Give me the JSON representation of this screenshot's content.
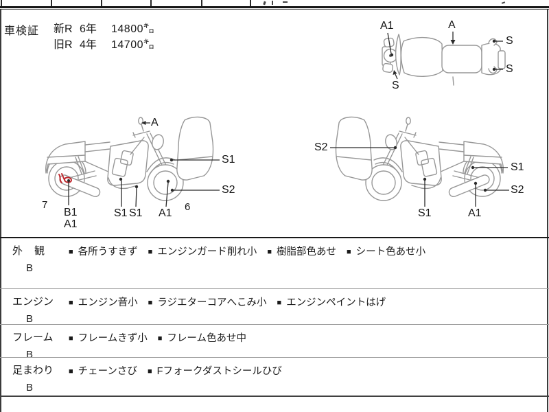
{
  "shaken": {
    "label": "車検証",
    "line1": {
      "era": "新R",
      "years": "6年",
      "km": "14800㌔"
    },
    "line2": {
      "era": "旧R",
      "years": "4年",
      "km": "14700㌔"
    }
  },
  "diagrams": {
    "top_view": {
      "a1": "A1",
      "a": "A",
      "s_right_top": "S",
      "s_right_bottom": "S",
      "s_front": "S"
    },
    "left_side": {
      "a": "A",
      "s1_front": "S1",
      "s2_front": "S2",
      "num_rear": "7",
      "b1": "B1",
      "a1_rear": "A1",
      "s1_engine": "S1",
      "s1_exhaust": "S1",
      "a1_fork": "A1",
      "num_front": "6"
    },
    "right_side": {
      "s2_front": "S2",
      "s1_rear": "S1",
      "s2_rear": "S2",
      "s1_engine": "S1",
      "a1_muffler": "A1"
    }
  },
  "condition_table": {
    "bullet": "■",
    "rows": [
      {
        "label": "外　観",
        "grade": "B",
        "items": [
          "各所うすきず",
          "エンジンガード削れ小",
          "樹脂部色あせ",
          "シート色あせ小"
        ]
      },
      {
        "label": "エンジン",
        "grade": "B",
        "items": [
          "エンジン音小",
          "ラジエターコアへこみ小",
          "エンジンペイントはげ"
        ]
      },
      {
        "label": "フレーム",
        "grade": "B",
        "items": [
          "フレームきず小",
          "フレーム色あせ中"
        ]
      },
      {
        "label": "足まわり",
        "grade": "B",
        "items": [
          "チェーンさび",
          "Fフォークダストシールひび"
        ]
      }
    ]
  },
  "colors": {
    "line_gray": "#979797",
    "leader_dark": "#2b2b2b",
    "damage_red": "#c02a30"
  }
}
